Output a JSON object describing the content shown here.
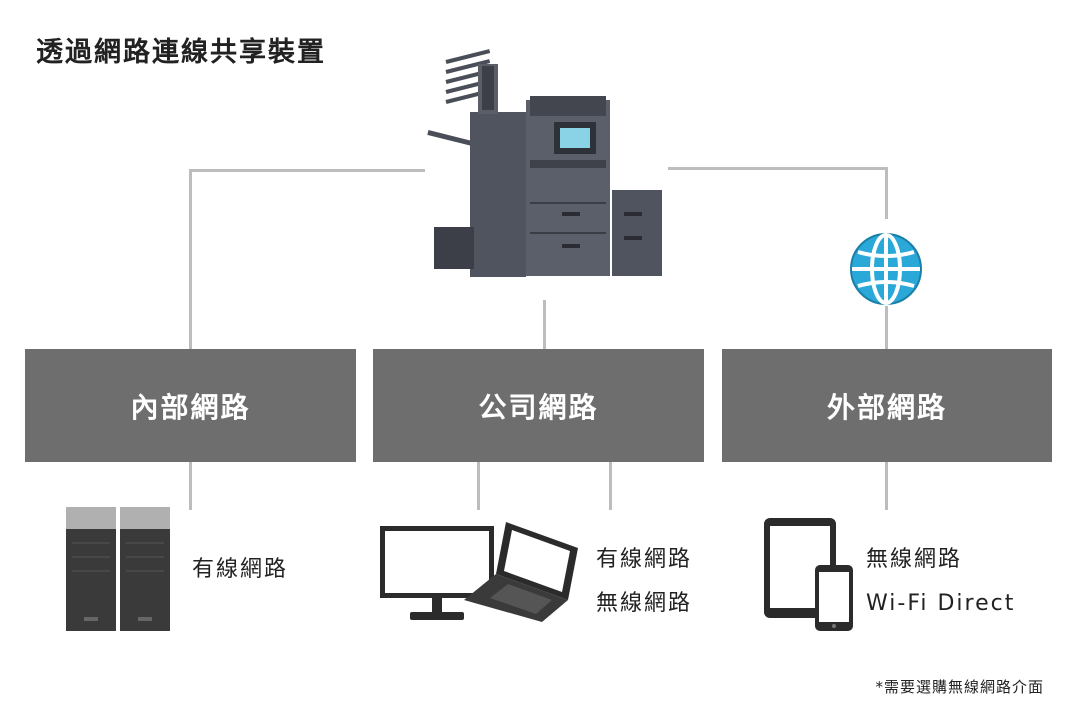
{
  "title": "透過網路連線共享裝置",
  "networks": [
    {
      "label": "內部網路",
      "devices": [
        "有線網路"
      ]
    },
    {
      "label": "公司網路",
      "devices": [
        "有線網路",
        "無線網路"
      ]
    },
    {
      "label": "外部網路",
      "devices": [
        "無線網路",
        "Wi-Fi Direct"
      ]
    }
  ],
  "footnote": "*需要選購無線網路介面",
  "icons": [
    "multifunction-printer-icon",
    "globe-icon",
    "server-tower-icon",
    "monitor-icon",
    "laptop-icon",
    "tablet-icon",
    "smartphone-icon"
  ],
  "colors": {
    "box": "#6e6e6e",
    "line": "#bdbdbd",
    "globe": "#2aa8d8"
  }
}
